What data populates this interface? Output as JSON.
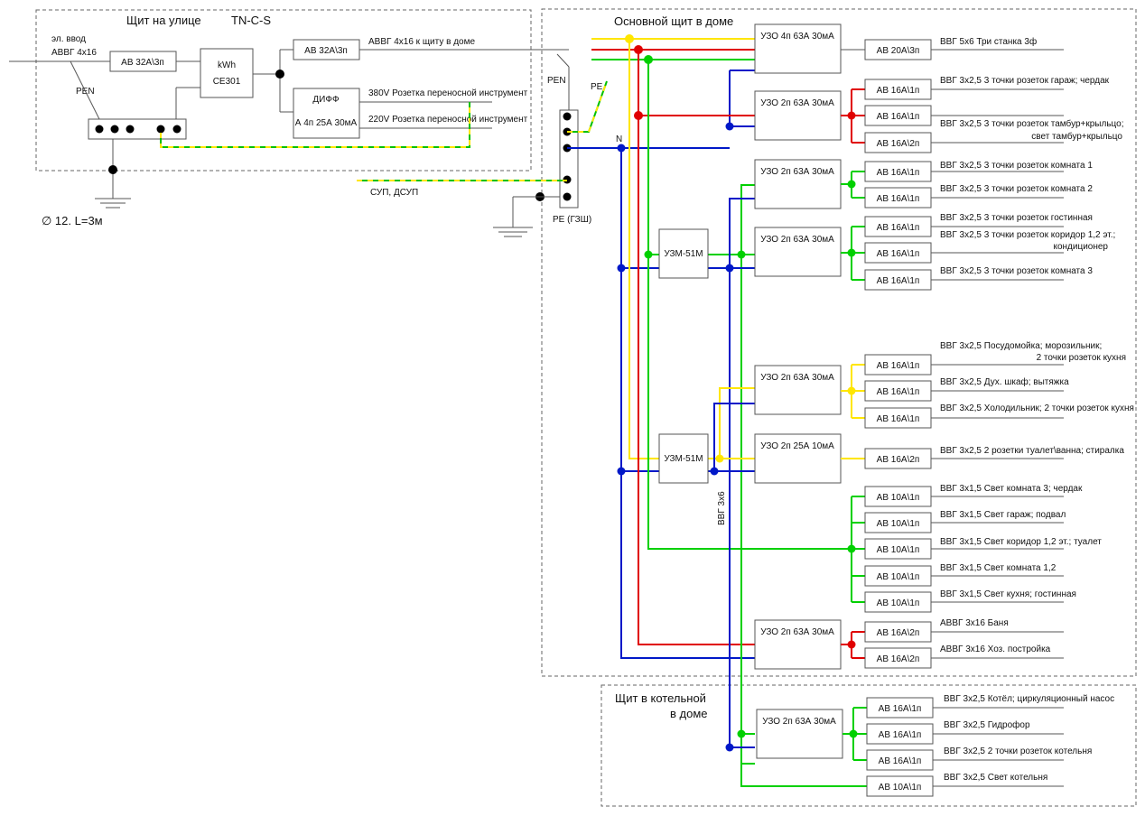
{
  "titles": {
    "street": "Щит на улице",
    "system": "TN-C-S",
    "main": "Основной щит в доме",
    "boiler_line1": "Щит в котельной",
    "boiler_line2": "в доме"
  },
  "street": {
    "input_label1": "эл. ввод",
    "input_label2": "АВВГ 4х16",
    "pen": "PEN",
    "av": "АВ 32А\\3п",
    "meter1": "kWh",
    "meter2": "CE301",
    "av2": "АВ 32А\\3п",
    "cable_house": "АВВГ 4х16 к щиту в доме",
    "diff1": "ДИФФ",
    "diff2": "А 4п 25А 30мА",
    "socket380": "380V Розетка переносной инструмент",
    "socket220": "220V Розетка переносной инструмент",
    "ground": "∅ 12. L=3м"
  },
  "main": {
    "pen": "PEN",
    "pe": "PE",
    "n": "N",
    "sup": "СУП, ДСУП",
    "gzsh": "PE (ГЗШ)",
    "vvg": "ВВГ 3х6"
  },
  "rcds": {
    "r1": "УЗО 4п 63А 30мА",
    "r2": "УЗО 2п 63А 30мА",
    "r3": "УЗО 2п 63А 30мА",
    "r4": "УЗО 2п 63А 30мА",
    "r5": "УЗО 2п 63А 30мА",
    "r6": "УЗО 2п 25А 10мА",
    "r7": "УЗО 2п 63А 30мА",
    "r8": "УЗО 2п 63А 30мА"
  },
  "uzm": {
    "u1": "УЗМ-51М",
    "u2": "УЗМ-51М"
  },
  "breakers": [
    {
      "label": "АВ 20А\\3п",
      "cable": "ВВГ 5х6 Три станка 3ф",
      "cable2": ""
    },
    {
      "label": "АВ 16А\\1п",
      "cable": "ВВГ 3х2,5 3 точки розеток гараж; чердак",
      "cable2": ""
    },
    {
      "label": "АВ 16А\\1п",
      "cable": "ВВГ 3х2,5 3 точки розеток тамбур+крыльцо;",
      "cable2": "свет тамбур+крыльцо"
    },
    {
      "label": "АВ 16А\\2п",
      "cable": "",
      "cable2": ""
    },
    {
      "label": "АВ 16А\\1п",
      "cable": "ВВГ 3х2,5 3 точки розеток комната 1",
      "cable2": ""
    },
    {
      "label": "АВ 16А\\1п",
      "cable": "ВВГ 3х2,5 3 точки розеток комната 2",
      "cable2": ""
    },
    {
      "label": "АВ 16А\\1п",
      "cable": "ВВГ 3х2,5 3 точки розеток гостинная",
      "cable2": ""
    },
    {
      "label": "АВ 16А\\1п",
      "cable": "ВВГ 3х2,5 3 точки розеток коридор 1,2 эт.;",
      "cable2": "кондиционер"
    },
    {
      "label": "АВ 16А\\1п",
      "cable": "ВВГ 3х2,5 3 точки розеток комната 3",
      "cable2": ""
    },
    {
      "label": "АВ 16А\\1п",
      "cable": "ВВГ 3х2,5 Посудомойка; морозильник;",
      "cable2": "2 точки розеток кухня"
    },
    {
      "label": "АВ 16А\\1п",
      "cable": "ВВГ 3х2,5 Дух. шкаф; вытяжка",
      "cable2": ""
    },
    {
      "label": "АВ 16А\\1п",
      "cable": "ВВГ 3х2,5 Холодильник; 2 точки розеток кухня",
      "cable2": ""
    },
    {
      "label": "АВ 16А\\2п",
      "cable": "ВВГ 3х2,5 2 розетки туалет\\ванна; стиралка",
      "cable2": ""
    },
    {
      "label": "АВ 10А\\1п",
      "cable": "ВВГ 3х1,5 Свет комната 3; чердак",
      "cable2": ""
    },
    {
      "label": "АВ 10А\\1п",
      "cable": "ВВГ 3х1,5 Свет гараж; подвал",
      "cable2": ""
    },
    {
      "label": "АВ 10А\\1п",
      "cable": "ВВГ 3х1,5 Свет коридор 1,2 эт.; туалет",
      "cable2": ""
    },
    {
      "label": "АВ 10А\\1п",
      "cable": "ВВГ 3х1,5 Свет комната 1,2",
      "cable2": ""
    },
    {
      "label": "АВ 10А\\1п",
      "cable": "ВВГ 3х1,5 Свет кухня; гостинная",
      "cable2": ""
    },
    {
      "label": "АВ 16А\\2п",
      "cable": "АВВГ 3х16 Баня",
      "cable2": ""
    },
    {
      "label": "АВ 16А\\2п",
      "cable": "АВВГ 3х16 Хоз. постройка",
      "cable2": ""
    },
    {
      "label": "АВ 16А\\1п",
      "cable": "ВВГ 3х2,5 Котёл; циркуляционный насос",
      "cable2": ""
    },
    {
      "label": "АВ 16А\\1п",
      "cable": "ВВГ 3х2,5 Гидрофор",
      "cable2": ""
    },
    {
      "label": "АВ 16А\\1п",
      "cable": "ВВГ 3х2,5 2 точки розеток котельня",
      "cable2": ""
    },
    {
      "label": "АВ 10А\\1п",
      "cable": "ВВГ 3х2,5 Свет котельня",
      "cable2": ""
    }
  ]
}
